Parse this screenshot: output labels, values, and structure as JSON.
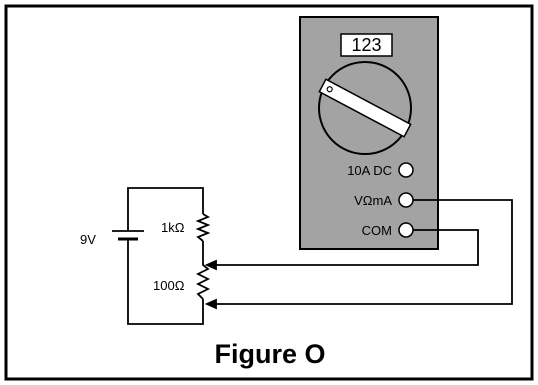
{
  "figure": {
    "title": "Figure O"
  },
  "meter": {
    "display": "123",
    "jacks": {
      "ten_amp": "10A DC",
      "v_ohm_ma": "VΩmA",
      "com": "COM"
    }
  },
  "circuit": {
    "battery": "9V",
    "resistor_fixed": "1kΩ",
    "potentiometer": "100Ω"
  },
  "colors": {
    "meter_body": "#a3a3a3",
    "wire": "#000000",
    "background": "#ffffff"
  }
}
